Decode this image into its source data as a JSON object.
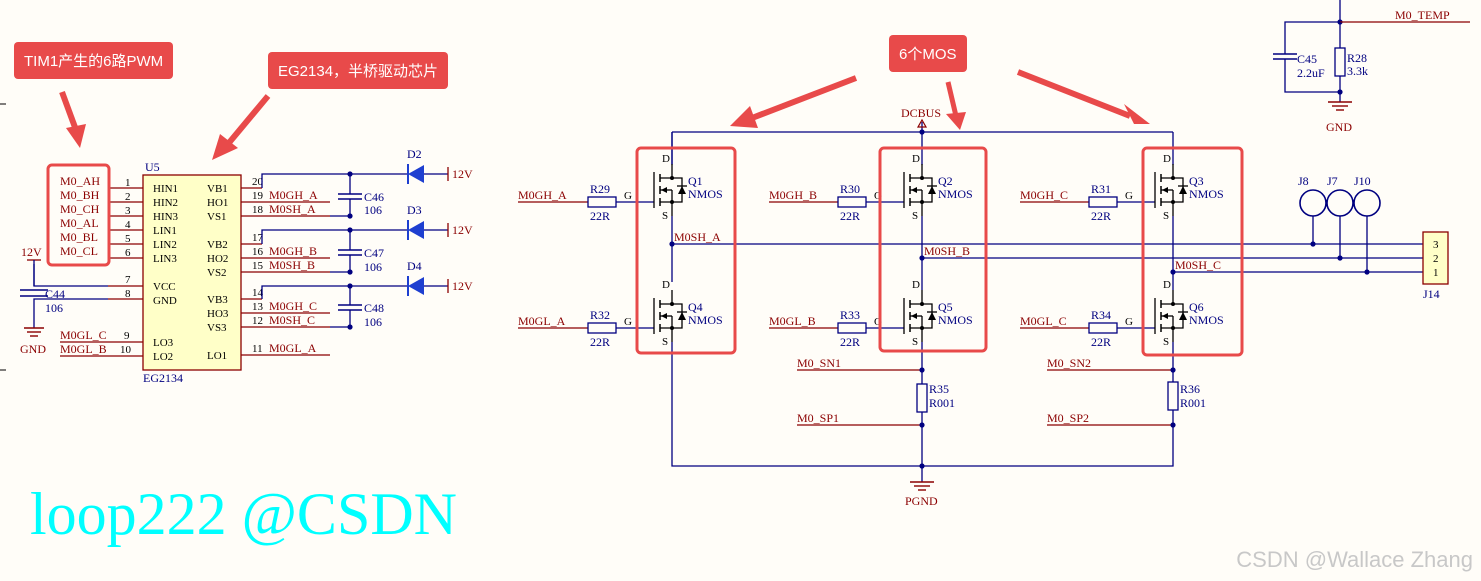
{
  "callouts": {
    "pwm": "TIM1产生的6路PWM",
    "driver": "EG2134，半桥驱动芯片",
    "mos": "6个MOS"
  },
  "watermarks": {
    "left": "loop222 @CSDN",
    "right": "CSDN @Wallace Zhang"
  },
  "chip": {
    "ref": "U5",
    "part": "EG2134",
    "left_pins": [
      {
        "net": "M0_AH",
        "num": "1",
        "name": "HIN1"
      },
      {
        "net": "M0_BH",
        "num": "2",
        "name": "HIN2"
      },
      {
        "net": "M0_CH",
        "num": "3",
        "name": "HIN3"
      },
      {
        "net": "M0_AL",
        "num": "4",
        "name": "LIN1"
      },
      {
        "net": "M0_BL",
        "num": "5",
        "name": "LIN2"
      },
      {
        "net": "M0_CL",
        "num": "6",
        "name": "LIN3"
      }
    ],
    "vcc": {
      "num": "7",
      "name": "VCC"
    },
    "gnd": {
      "num": "8",
      "name": "GND"
    },
    "lo_pins": [
      {
        "net": "M0GL_C",
        "num": "9",
        "name": "LO3"
      },
      {
        "net": "M0GL_B",
        "num": "10",
        "name": "LO2"
      }
    ],
    "right_pins": [
      {
        "name": "VB1",
        "num": "20",
        "net": ""
      },
      {
        "name": "HO1",
        "num": "19",
        "net": "M0GH_A"
      },
      {
        "name": "VS1",
        "num": "18",
        "net": "M0SH_A"
      },
      {
        "name": "VB2",
        "num": "17",
        "net": ""
      },
      {
        "name": "HO2",
        "num": "16",
        "net": "M0GH_B"
      },
      {
        "name": "VS2",
        "num": "15",
        "net": "M0SH_B"
      },
      {
        "name": "VB3",
        "num": "14",
        "net": ""
      },
      {
        "name": "HO3",
        "num": "13",
        "net": "M0GH_C"
      },
      {
        "name": "VS3",
        "num": "12",
        "net": "M0SH_C"
      },
      {
        "name": "LO1",
        "num": "11",
        "net": "M0GL_A"
      }
    ]
  },
  "supply": {
    "v12": "12V",
    "gnd": "GND",
    "c44_ref": "C44",
    "c44_val": "106"
  },
  "boot": [
    {
      "cap": "C46",
      "val": "106",
      "diode": "D2",
      "rail": "12V"
    },
    {
      "cap": "C47",
      "val": "106",
      "diode": "D3",
      "rail": "12V"
    },
    {
      "cap": "C48",
      "val": "106",
      "diode": "D4",
      "rail": "12V"
    }
  ],
  "bridge": {
    "dcbus": "DCBUS",
    "pgnd": "PGND",
    "mos_type": "NMOS",
    "high": [
      {
        "gate_net": "M0GH_A",
        "res": "R29",
        "res_val": "22R",
        "q": "Q1"
      },
      {
        "gate_net": "M0GH_B",
        "res": "R30",
        "res_val": "22R",
        "q": "Q2"
      },
      {
        "gate_net": "M0GH_C",
        "res": "R31",
        "res_val": "22R",
        "q": "Q3"
      }
    ],
    "low": [
      {
        "gate_net": "M0GL_A",
        "res": "R32",
        "res_val": "22R",
        "q": "Q4"
      },
      {
        "gate_net": "M0GL_B",
        "res": "R33",
        "res_val": "22R",
        "q": "Q5"
      },
      {
        "gate_net": "M0GL_C",
        "res": "R34",
        "res_val": "22R",
        "q": "Q6"
      }
    ],
    "phase_nets": [
      "M0SH_A",
      "M0SH_B",
      "M0SH_C"
    ],
    "shunts": [
      {
        "ref": "R35",
        "val": "R001",
        "sn": "M0_SN1",
        "sp": "M0_SP1"
      },
      {
        "ref": "R36",
        "val": "R001",
        "sn": "M0_SN2",
        "sp": "M0_SP2"
      }
    ],
    "gate_pin": "G",
    "drain_pin": "D",
    "source_pin": "S"
  },
  "connector": {
    "ref": "J14",
    "pins": [
      "3",
      "2",
      "1"
    ],
    "test_points": [
      "J8",
      "J7",
      "J10"
    ]
  },
  "temp": {
    "net": "M0_TEMP",
    "cap": "C45",
    "cap_val": "2.2uF",
    "res": "R28",
    "res_val": "3.3k",
    "gnd": "GND"
  }
}
